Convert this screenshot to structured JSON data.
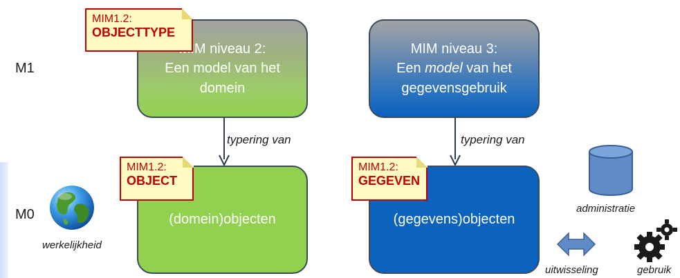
{
  "levels": {
    "m1": "M1",
    "m0": "M0"
  },
  "boxes": {
    "m1_green": {
      "line1": "MIM niveau 2:",
      "line2": "Een model van het",
      "line3": "domein"
    },
    "m1_blue": {
      "line1": "MIM niveau 3:",
      "line2_pre": "Een ",
      "line2_em": "model",
      "line2_post": " van het",
      "line3": "gegevensgebruik"
    },
    "m0_green": {
      "text": "(domein)objecten"
    },
    "m0_blue": {
      "text": "(gegevens)objecten"
    }
  },
  "tags": [
    {
      "line1": "MIM1.2:",
      "line2": "OBJECTTYPE"
    },
    {
      "line1": "MIM1.2:",
      "line2": "OBJECT"
    },
    {
      "line1": "MIM1.2:",
      "line2": "GEGEVEN"
    }
  ],
  "relations": {
    "left": "typering van",
    "right": "typering van"
  },
  "icons": {
    "globe": {
      "icon": "globe-icon",
      "caption": "werkelijkheid"
    },
    "database": {
      "icon": "database-icon",
      "caption": "administratie"
    },
    "exchange": {
      "icon": "double-arrow-icon",
      "caption": "uitwisseling"
    },
    "gears": {
      "icon": "gears-icon",
      "caption": "gebruik"
    }
  },
  "colors": {
    "green": "#92d050",
    "blue": "#0b63be",
    "tag_border": "#c00000",
    "tag_fill": "#fffbc2"
  }
}
